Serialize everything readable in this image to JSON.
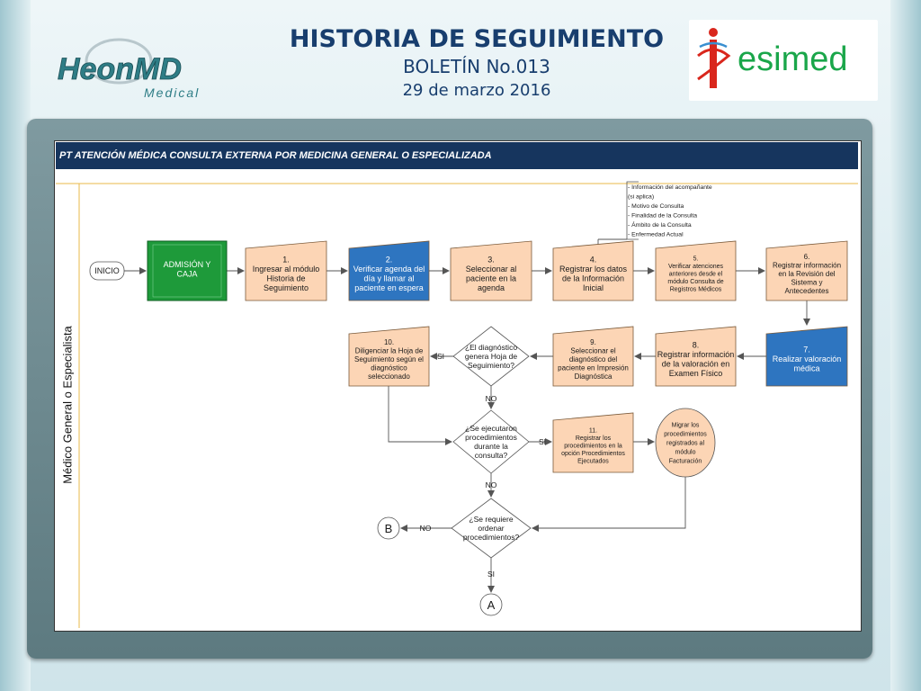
{
  "slide": {
    "title": "HISTORIA DE SEGUIMIENTO",
    "subtitle": "BOLETÍN No.013",
    "date": "29 de marzo 2016"
  },
  "logos": {
    "left_main": "HeonMD",
    "left_sub": "Medical",
    "right": "esimed"
  },
  "diagram": {
    "header": "PT ATENCIÓN MÉDICA CONSULTA EXTERNA POR MEDICINA GENERAL O ESPECIALIZADA",
    "lane_label": "Médico General o Especialista",
    "note_lines": [
      "- Información del acompañante",
      "(si aplica)",
      "- Motivo de Consulta",
      "- Finalidad de la Consulta",
      "- Ámbito de la Consulta",
      "- Enfermedad Actual"
    ],
    "inicio": "INICIO",
    "admision": [
      "ADMISIÓN Y",
      "CAJA"
    ],
    "steps": {
      "s1": [
        "1.",
        "Ingresar al módulo",
        "Historia de",
        "Seguimiento"
      ],
      "s2": [
        "2.",
        "Verificar agenda del",
        "día y llamar al",
        "paciente en espera"
      ],
      "s3": [
        "3.",
        "Seleccionar al",
        "paciente en la",
        "agenda"
      ],
      "s4": [
        "4.",
        "Registrar los datos",
        "de la Información",
        "Inicial"
      ],
      "s5": [
        "5.",
        "Verificar atenciones",
        "anteriores desde el",
        "módulo Consulta de",
        "Registros Médicos"
      ],
      "s6": [
        "6.",
        "Registrar información",
        "en la Revisión del",
        "Sistema y",
        "Antecedentes"
      ],
      "s7": [
        "7.",
        "Realizar valoración",
        "médica"
      ],
      "s8": [
        "8.",
        "Registrar información",
        "de la valoración en",
        "Examen Físico"
      ],
      "s9": [
        "9.",
        "Seleccionar el",
        "diagnóstico del",
        "paciente en Impresión",
        "Diagnóstica"
      ],
      "s10": [
        "10.",
        "Diligenciar la Hoja de",
        "Seguimiento según el",
        "diagnóstico",
        "seleccionado"
      ],
      "s11": [
        "11.",
        "Registrar los",
        "procedimientos en la",
        "opción Procedimientos",
        "Ejecutados"
      ]
    },
    "decisions": {
      "d1": [
        "¿El diagnóstico",
        "genera Hoja de",
        "Seguimiento?"
      ],
      "d2": [
        "¿Se ejecutaron",
        "procedimientos",
        "durante la",
        "consulta?"
      ],
      "d3": [
        "¿Se requiere",
        "ordenar",
        "procedimientos?"
      ]
    },
    "migrar": [
      "Migrar los",
      "procedimientos",
      "registrados al",
      "módulo",
      "Facturación"
    ],
    "labels": {
      "si_d1": "SI",
      "no_d1": "NO",
      "si_d2": "SI",
      "no_d2": "NO",
      "no_d3": "NO",
      "si_d3": "SI"
    },
    "connectors": {
      "b": "B",
      "a": "A"
    }
  },
  "colors": {
    "header": "#16355e",
    "step_fill": "#fcd5b5",
    "blue_fill": "#2e75c0",
    "green_fill": "#1e9a3a",
    "title": "#183e6e"
  }
}
